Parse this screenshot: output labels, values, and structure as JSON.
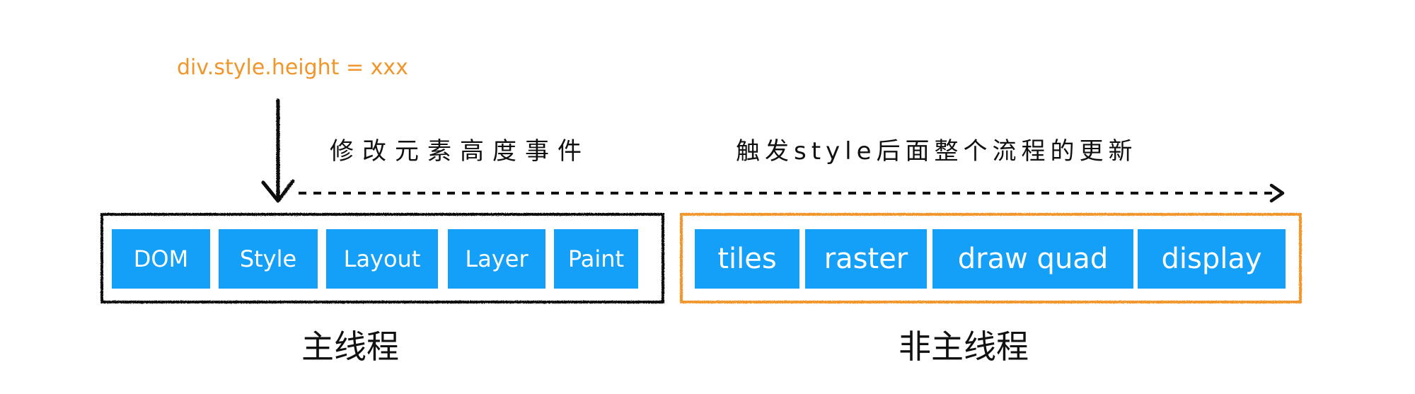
{
  "colors": {
    "stage_fill": "#14A0F8",
    "main_thread_border": "#111111",
    "compositor_border": "#F0962A",
    "code_text": "#F0962A",
    "arrow": "#111111"
  },
  "code_label": "div.style.height = xxx",
  "annotations": {
    "event": "修改元素高度事件",
    "trigger": "触发style后面整个流程的更新"
  },
  "main_thread": {
    "label": "主线程",
    "stages": [
      {
        "label": "DOM"
      },
      {
        "label": "Style"
      },
      {
        "label": "Layout"
      },
      {
        "label": "Layer"
      },
      {
        "label": "Paint"
      }
    ]
  },
  "non_main_thread": {
    "label": "非主线程",
    "stages": [
      {
        "label": "tiles"
      },
      {
        "label": "raster"
      },
      {
        "label": "draw quad"
      },
      {
        "label": "display"
      }
    ]
  },
  "icons": {
    "down_arrow": "down-arrow-icon",
    "dashed_right_arrow": "dashed-right-arrow-icon"
  }
}
